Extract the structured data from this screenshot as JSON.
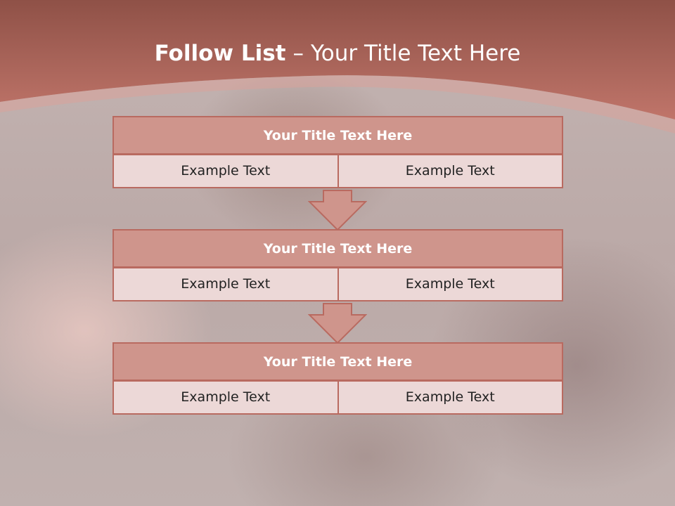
{
  "slide": {
    "title_bold": "Follow List",
    "title_dash": "–",
    "title_rest": "Your Title Text Here",
    "blocks": [
      {
        "title": "Your Title Text Here",
        "left": "Example Text",
        "right": "Example Text"
      },
      {
        "title": "Your Title Text Here",
        "left": "Example Text",
        "right": "Example Text"
      },
      {
        "title": "Your Title Text Here",
        "left": "Example Text",
        "right": "Example Text"
      }
    ]
  },
  "colors": {
    "header": "#b7675c",
    "block_title_fill": "#cf958c",
    "block_cell_fill": "#ecd8d7",
    "border": "#b96a60"
  }
}
